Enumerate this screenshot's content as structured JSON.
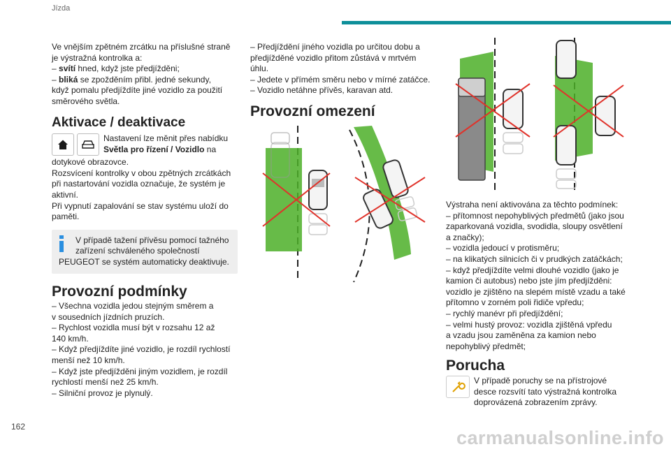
{
  "header": {
    "section": "Jízda"
  },
  "page_number": "162",
  "watermark": "carmanualsonline.info",
  "left": {
    "intro": [
      "Ve vnějším zpětném zrcátku na příslušné straně",
      "je výstražná kontrolka a:"
    ],
    "item1_dash": "– ",
    "item1_bold": "svítí",
    "item1_rest": " hned, když jste předjížděni;",
    "item2_dash": "– ",
    "item2_bold": "bliká",
    "item2_rest": " se zpožděním přibl. jedné sekundy,",
    "item2_more": [
      "když pomalu předjíždíte jiné vozidlo za použití",
      "směrového světla."
    ],
    "activation_title": "Aktivace / deaktivace",
    "act_line1": "Nastavení lze měnit přes nabídku",
    "act_bold": "Světla pro řízení / Vozidlo",
    "act_after_bold": " na",
    "act_rest": [
      "dotykové obrazovce.",
      "Rozsvícení kontrolky v obou zpětných zrcátkách",
      "při nastartování vozidla označuje, že systém je",
      "aktivní.",
      "Při vypnutí zapalování se stav systému uloží do",
      "paměti."
    ],
    "note": [
      "V případě tažení přívěsu pomocí tažného",
      "zařízení schváleného společností",
      "PEUGEOT se systém automaticky deaktivuje."
    ],
    "conditions_title": "Provozní podmínky",
    "conditions": [
      "– Všechna vozidla jedou stejným směrem a",
      "v sousedních jízdních pruzích.",
      "– Rychlost vozidla musí být v rozsahu 12 až",
      "140 km/h.",
      "– Když předjíždíte jiné vozidlo, je rozdíl rychlostí",
      "menší než 10 km/h.",
      "– Když jste předjížděni jiným vozidlem, je rozdíl",
      "rychlostí menší než 25 km/h.",
      "– Silniční provoz je plynulý."
    ]
  },
  "middle": {
    "lines": [
      "– Předjíždění jiného vozidla po určitou dobu a",
      "předjížděné vozidlo přitom zůstává v mrtvém",
      "úhlu.",
      "– Jedete v přímém směru nebo v mírné zatáčce.",
      "– Vozidlo netáhne přívěs, karavan atd."
    ],
    "limits_title": "Provozní omezení"
  },
  "right": {
    "lines": [
      "Výstraha není aktivována za těchto podmínek:",
      "– přítomnost nepohyblivých předmětů (jako jsou",
      "zaparkovaná vozidla, svodidla, sloupy osvětlení",
      "a značky);",
      "– vozidla jedoucí v protisměru;",
      "– na klikatých silnicích či v prudkých zatáčkách;",
      "– když předjíždíte velmi dlouhé vozidlo (jako je",
      "kamion či autobus) nebo jste jím předjížděni:",
      "vozidlo je zjištěno na slepém místě vzadu a také",
      "přítomno v zorném poli řidiče vpředu;",
      "– rychlý manévr při předjíždění;",
      "– velmi hustý provoz: vozidla zjištěná vpředu",
      "a vzadu jsou zaměněna za kamion nebo",
      "nepohyblivý předmět;"
    ],
    "fault_title": "Porucha",
    "fault_lines": [
      "V případě poruchy se na přístrojové",
      "desce rozsvítí tato výstražná kontrolka",
      "doprovázená zobrazením zprávy."
    ]
  },
  "colors": {
    "accent": "#0e8f9a",
    "zone_green": "#4caf28",
    "cross_red": "#e0332b",
    "note_bg": "#eeeeee"
  },
  "icons": [
    "home-icon",
    "car-icon",
    "info-icon",
    "wrench-warning-icon"
  ]
}
